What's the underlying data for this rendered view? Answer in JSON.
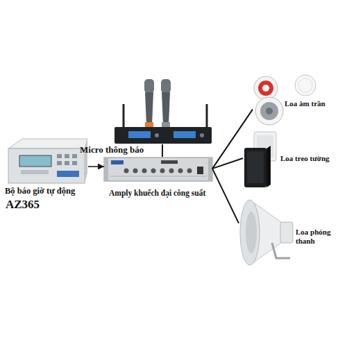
{
  "diagram": {
    "nodes": [
      {
        "text": [
          "Bộ báo giờ tự động",
          "AZ365"
        ]
      },
      {
        "text": [
          "Micro thông báo"
        ]
      },
      {
        "text": [
          "Amply khuếch đại công suất"
        ]
      },
      {
        "text": [
          "Loa âm trần"
        ]
      },
      {
        "text": [
          "Loa treo tường"
        ]
      },
      {
        "text": [
          "Loa phóng thanh"
        ]
      }
    ],
    "edges": [
      {
        "from": 0,
        "to": 2,
        "arrow": "to"
      },
      {
        "from": 1,
        "to": 2,
        "arrow": "none"
      },
      {
        "from": 2,
        "to": 3,
        "arrow": "none"
      },
      {
        "from": 2,
        "to": 4,
        "arrow": "none"
      },
      {
        "from": 2,
        "to": 5,
        "arrow": "none"
      }
    ]
  }
}
